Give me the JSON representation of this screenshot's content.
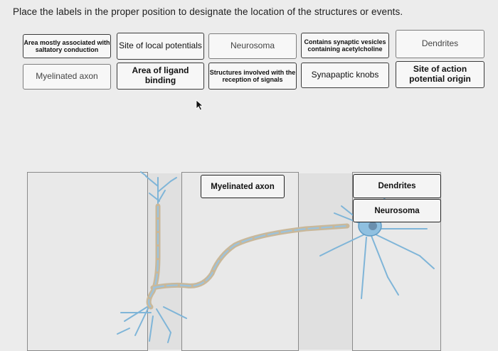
{
  "instructions": "Place the labels in the proper position to designate the location of the structures or events.",
  "label_bank": [
    "Area mostly associated with saltatory conduction",
    "Site of local potentials",
    "Neurosoma",
    "Contains synaptic vesicles containing acetylcholine",
    "Dendrites",
    "Myelinated axon",
    "Area of ligand binding",
    "Structures involved with the reception of signals",
    "Synapaptic knobs",
    "Site of action potential origin"
  ],
  "placed_labels": {
    "axon": "Myelinated axon",
    "dendrites": "Dendrites",
    "soma": "Neurosoma"
  },
  "colors": {
    "background": "#ececec",
    "neuron": "#7fb5d8",
    "myelin": "#c9b89a"
  }
}
